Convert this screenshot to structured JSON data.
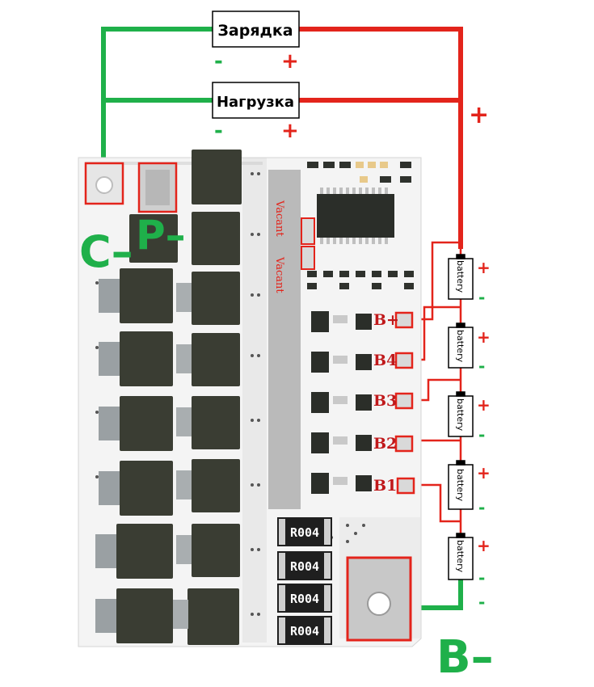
{
  "labels": {
    "charge": "Зарядка",
    "load": "Нагрузка",
    "vacant": "Vacant",
    "c_minus": "C–",
    "p_minus": "P–",
    "b_minus": "B–",
    "plus": "+",
    "minus": "-",
    "battery": "battery",
    "bplus": "B+",
    "b4": "B4",
    "b3": "B3",
    "b2": "B2",
    "b1": "B1",
    "resistor": "R004"
  },
  "colors": {
    "positive": "#e3241b",
    "negative": "#1fb04a",
    "board": "#f4f4f4",
    "chip": "#3a3d33"
  }
}
